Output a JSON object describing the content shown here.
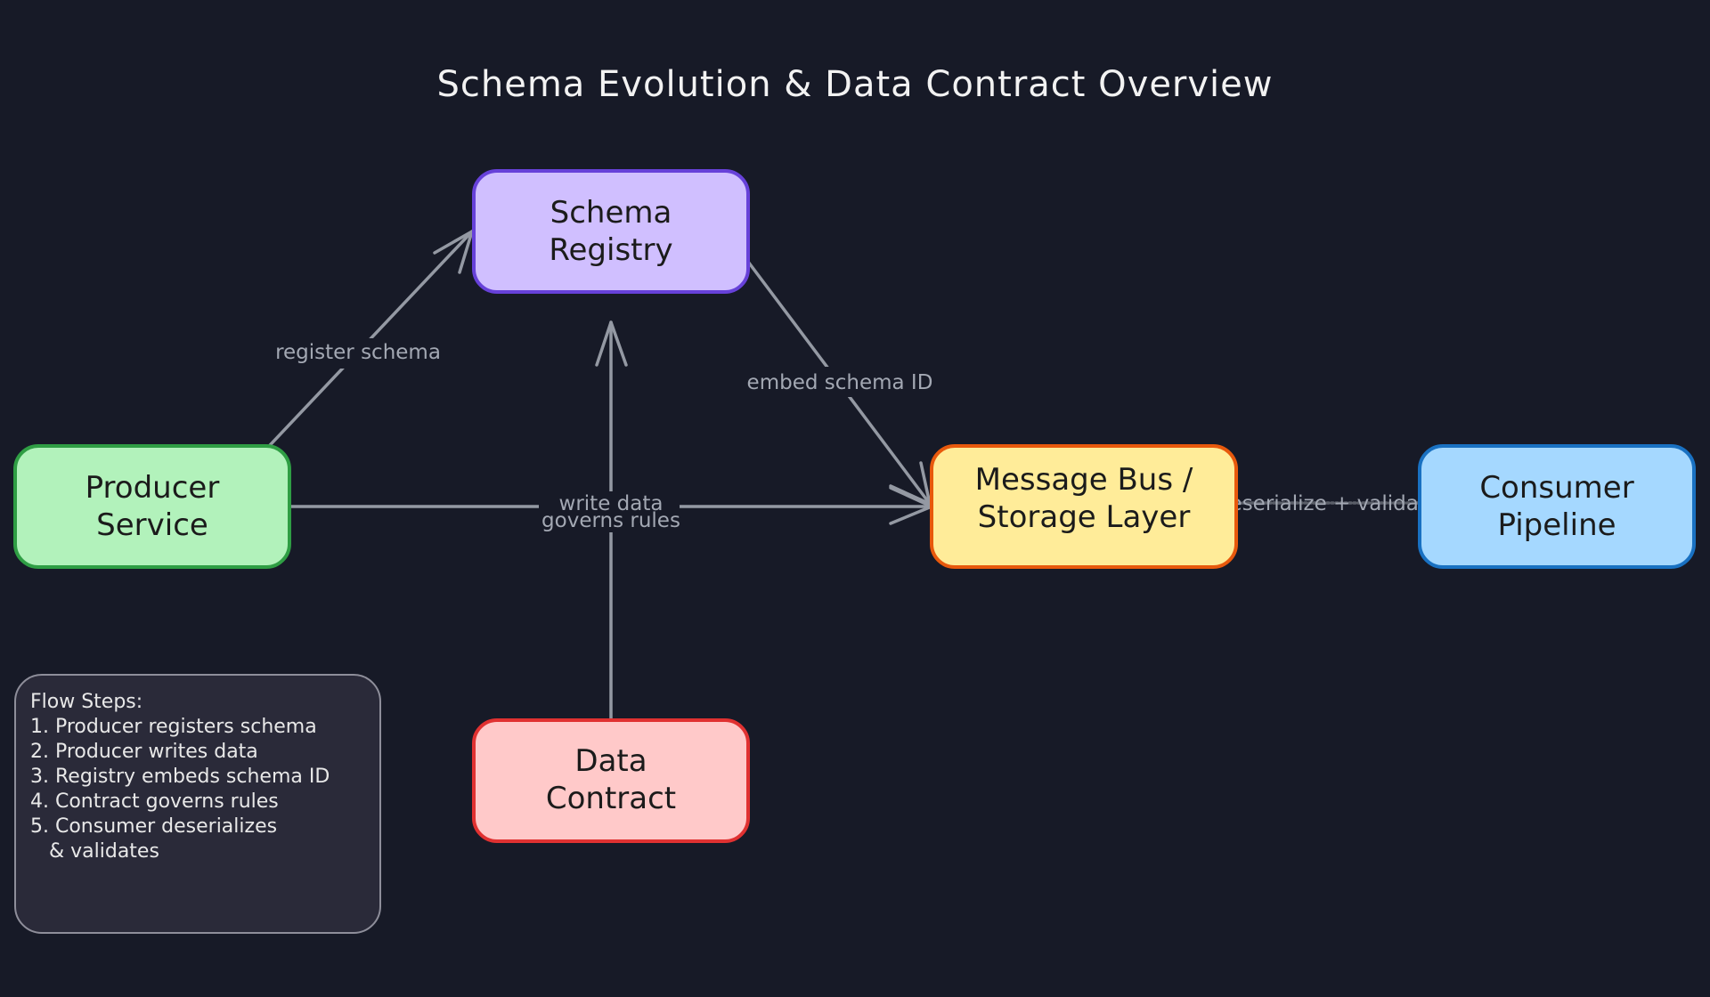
{
  "title": "Schema Evolution & Data Contract Overview",
  "nodes": {
    "registry": {
      "lines": [
        "Schema",
        "Registry"
      ],
      "fill": "#d0bfff",
      "stroke": "#6741d9"
    },
    "producer": {
      "lines": [
        "Producer",
        "Service"
      ],
      "fill": "#b2f2bb",
      "stroke": "#2f9e44"
    },
    "bus": {
      "lines": [
        "Message Bus /",
        "Storage Layer"
      ],
      "fill": "#ffec99",
      "stroke": "#e8590c"
    },
    "consumer": {
      "lines": [
        "Consumer",
        "Pipeline"
      ],
      "fill": "#a5d8ff",
      "stroke": "#1971c2"
    },
    "contract": {
      "lines": [
        "Data",
        "Contract"
      ],
      "fill": "#ffc9c9",
      "stroke": "#e03131"
    }
  },
  "edges": {
    "register": "register schema",
    "write": "write data",
    "embed": "embed schema ID",
    "governs": "governs rules",
    "deserialize": "deserialize + validate"
  },
  "notes": {
    "lines": [
      "Flow Steps:",
      "1. Producer registers schema",
      "2. Producer writes data",
      "3. Registry embeds schema ID",
      "4. Contract governs rules",
      "5. Consumer deserializes",
      "   & validates"
    ],
    "fill": "#2a2a39",
    "stroke": "#8e8e9a"
  },
  "colors": {
    "background": "#171a27",
    "edge": "#9499a3",
    "edge_label": "#a3a8b3"
  }
}
